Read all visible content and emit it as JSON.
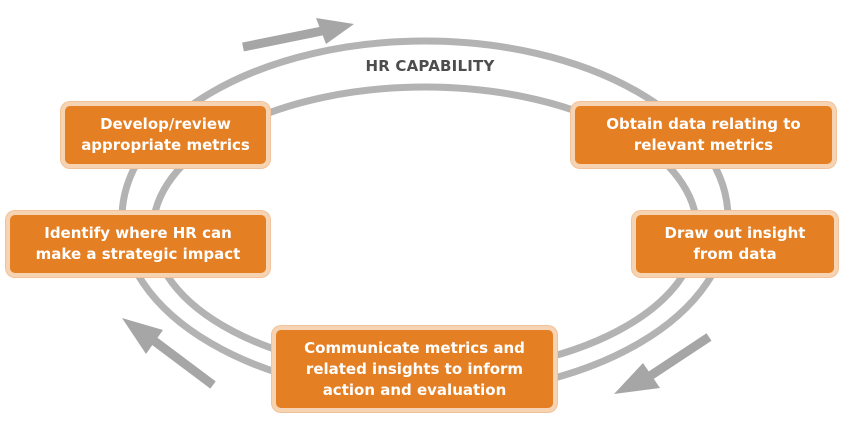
{
  "diagram": {
    "ring_label": "HR CAPABILITY",
    "steps": [
      {
        "label": "Develop/review\nappropriate metrics"
      },
      {
        "label": "Obtain data relating to\nrelevant metrics"
      },
      {
        "label": "Identify where HR can\nmake a strategic impact"
      },
      {
        "label": "Draw out insight\nfrom data"
      },
      {
        "label": "Communicate metrics and\nrelated insights to inform\naction and evaluation"
      }
    ],
    "colors": {
      "box_fill": "#e47f23",
      "box_border": "#f6d3b2",
      "ring": "#b3b3b3",
      "arrow": "#a6a6a6",
      "label": "#4d4d4d"
    }
  }
}
